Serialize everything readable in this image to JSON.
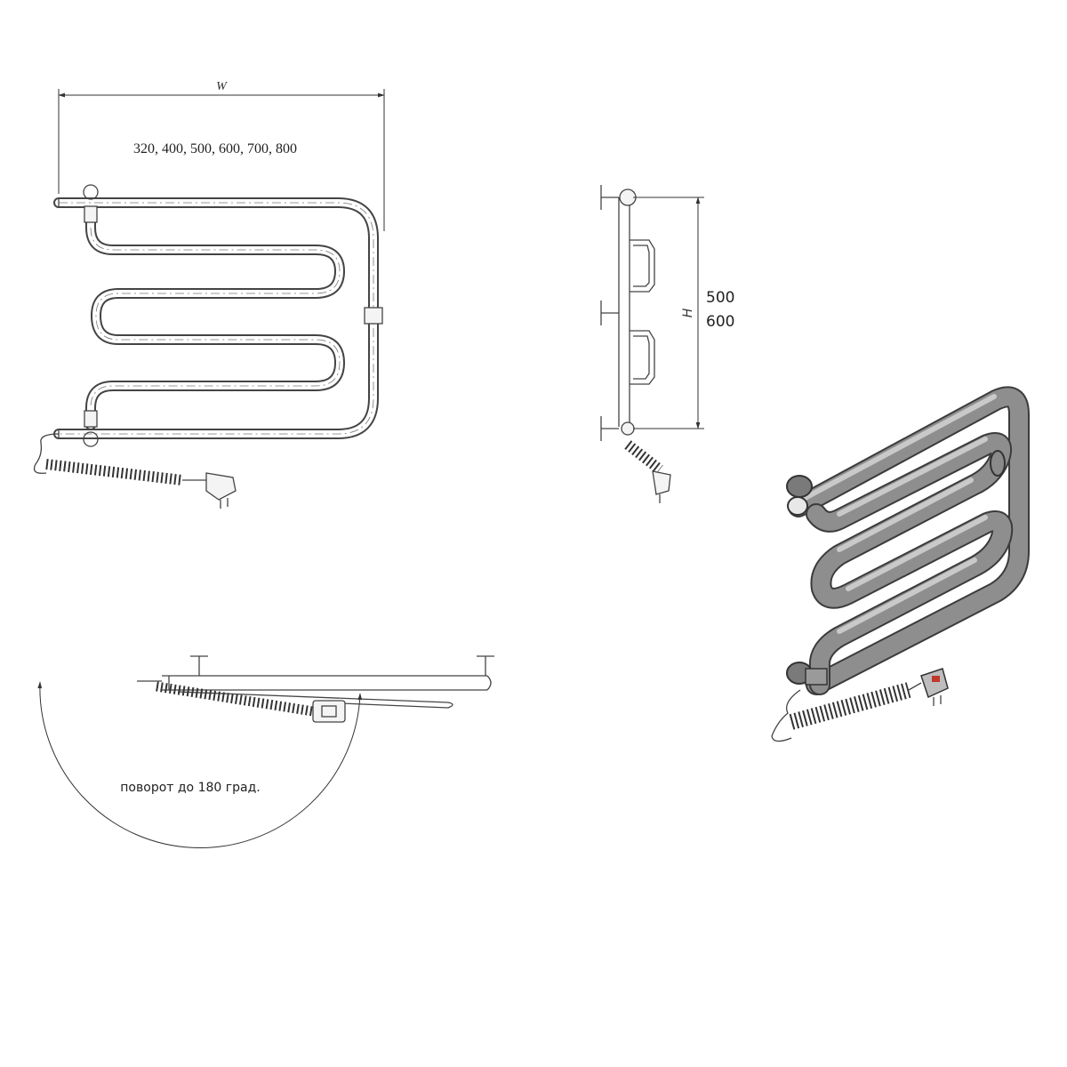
{
  "front_view": {
    "width_symbol": "W",
    "width_values": "320, 400, 500, 600, 700, 800"
  },
  "side_view": {
    "height_symbol": "H",
    "height_value_1": "500",
    "height_value_2": "600"
  },
  "top_view": {
    "rotation_note": "поворот до 180 град."
  },
  "colors": {
    "line": "#444444",
    "switch_indicator": "#c0392b"
  }
}
